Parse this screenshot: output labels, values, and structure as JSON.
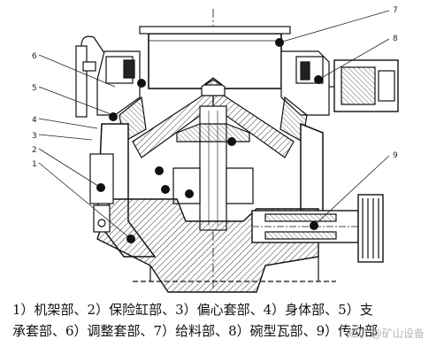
{
  "figure": {
    "callouts": [
      "1",
      "2",
      "3",
      "4",
      "5",
      "6",
      "7",
      "8",
      "9"
    ],
    "caption_lines": [
      "1）机架部、2）保险缸部、3）偏心套部、4）身体部、5）支",
      "承套部、6）调整套部、7）给料部、8）碗型瓦部、9）传动部"
    ]
  },
  "watermark": "知乎 @矿山设备"
}
